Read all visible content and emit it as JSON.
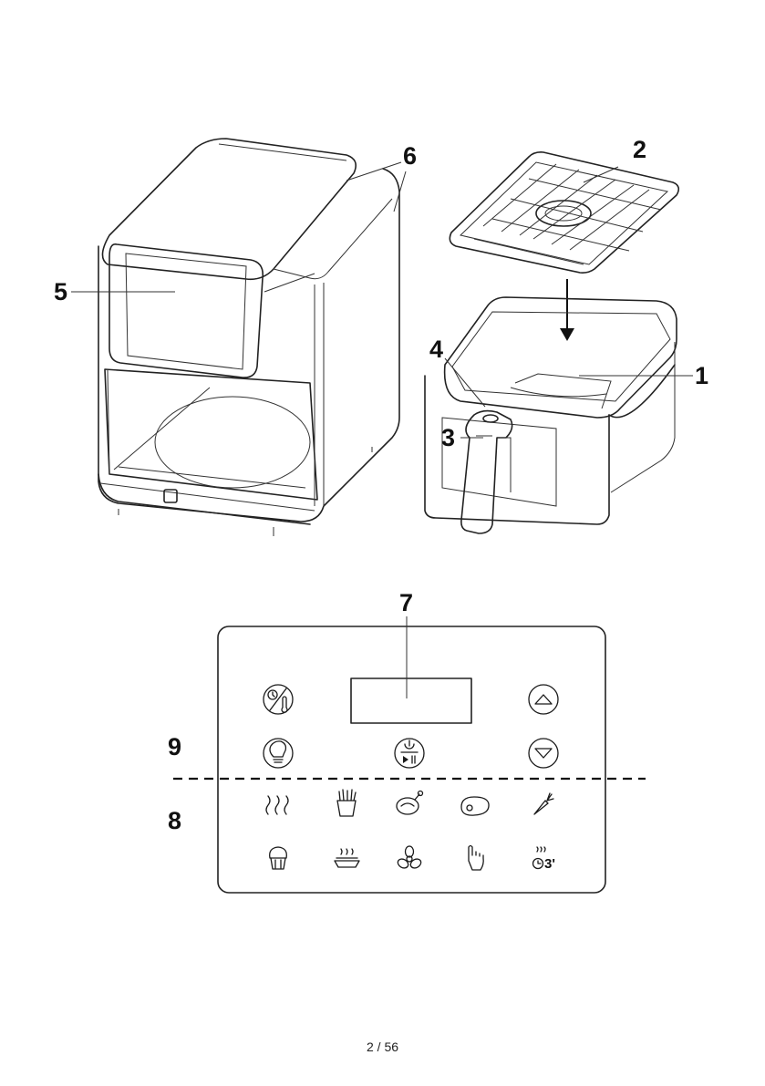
{
  "callouts": {
    "c1": "1",
    "c2": "2",
    "c3": "3",
    "c4": "4",
    "c5": "5",
    "c6": "6",
    "c7": "7",
    "c8": "8",
    "c9": "9"
  },
  "control_panel": {
    "row1_icons": [
      "time-temperature-icon",
      "lamp-icon",
      "power-start-pause-icon",
      "up-arrow-icon",
      "down-arrow-icon"
    ],
    "preset_icons": [
      "reheat-icon",
      "fries-icon",
      "chicken-icon",
      "steak-icon",
      "vegetable-icon",
      "muffin-icon",
      "pie-icon",
      "fan-icon",
      "manual-icon",
      "preheat-icon"
    ],
    "preheat_label": "3'"
  },
  "footer": {
    "page_number": "2 / 56"
  }
}
